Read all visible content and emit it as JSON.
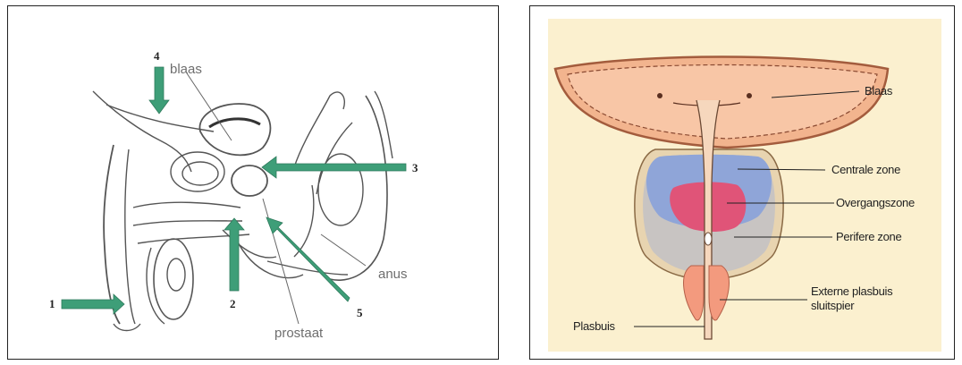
{
  "left": {
    "labels": {
      "bladder": "blaas",
      "anus": "anus",
      "prostate": "prostaat"
    },
    "numbers": [
      "1",
      "2",
      "3",
      "4",
      "5"
    ]
  },
  "right": {
    "labels": {
      "bladder": "Blaas",
      "central": "Centrale zone",
      "transition": "Overgangszone",
      "peripheral": "Perifere zone",
      "sphincter1": "Externe plasbuis",
      "sphincter2": "sluitspier",
      "urethra": "Plasbuis"
    }
  },
  "colors": {
    "arrow": "#3e9e78",
    "bladder_fill": "#f2b48e",
    "central_zone": "#8fa5d8",
    "transition_zone": "#e05478",
    "peripheral_zone": "#c8c4c2",
    "background": "#fbf0cf"
  }
}
